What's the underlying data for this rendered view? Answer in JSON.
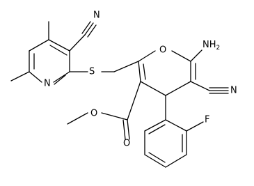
{
  "molecule": {
    "atoms": {
      "amino": "NH2",
      "pyran_oxygen": "O",
      "sulfur": "S",
      "pyridine_nitrogen": "N",
      "nitrile_nitrogen_pyran": "N",
      "nitrile_nitrogen_pyridine": "N",
      "ester_carbonyl_oxygen": "O",
      "ester_ether_oxygen": "O",
      "fluorine": "F"
    }
  }
}
